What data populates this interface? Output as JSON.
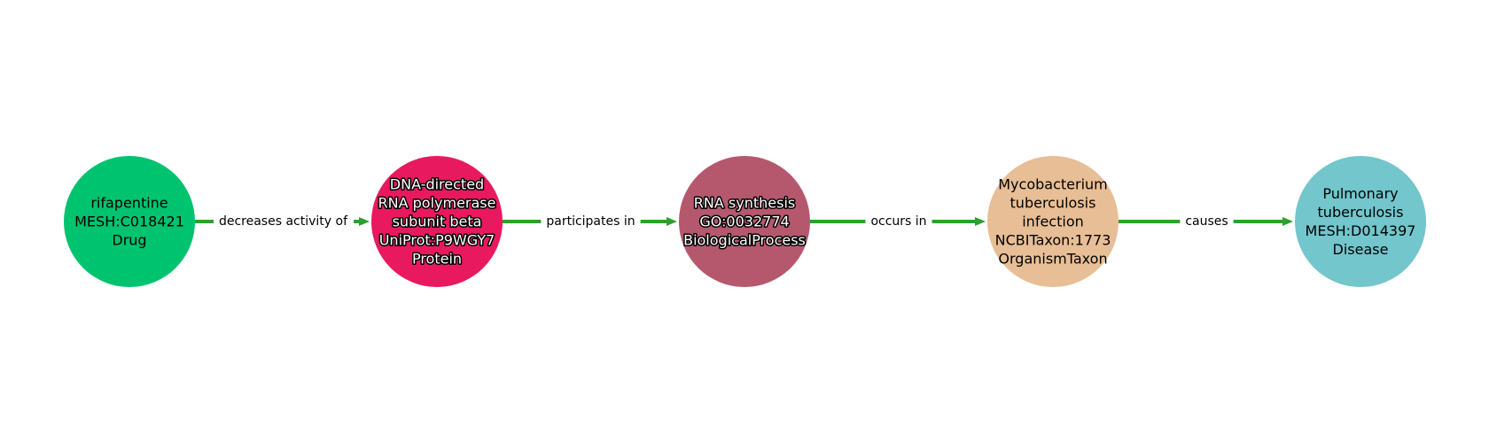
{
  "nodes": [
    {
      "lines": [
        "rifapentine",
        "MESH:C018421",
        "Drug"
      ],
      "color": "#00c36f",
      "text_style": "dark"
    },
    {
      "lines": [
        "DNA-directed",
        "RNA polymerase",
        "subunit beta",
        "UniProt:P9WGY7",
        "Protein"
      ],
      "color": "#e8195f",
      "text_style": "light"
    },
    {
      "lines": [
        "RNA synthesis",
        "GO:0032774",
        "BiologicalProcess"
      ],
      "color": "#b5586e",
      "text_style": "light"
    },
    {
      "lines": [
        "Mycobacterium",
        "tuberculosis",
        "infection",
        "NCBITaxon:1773",
        "OrganismTaxon"
      ],
      "color": "#e8be96",
      "text_style": "dark"
    },
    {
      "lines": [
        "Pulmonary",
        "tuberculosis",
        "MESH:D014397",
        "Disease"
      ],
      "color": "#72c6cc",
      "text_style": "dark"
    }
  ],
  "edges": [
    {
      "label": "decreases activity of"
    },
    {
      "label": "participates in"
    },
    {
      "label": "occurs in"
    },
    {
      "label": "causes"
    }
  ],
  "edge_color": "#2ca02c"
}
